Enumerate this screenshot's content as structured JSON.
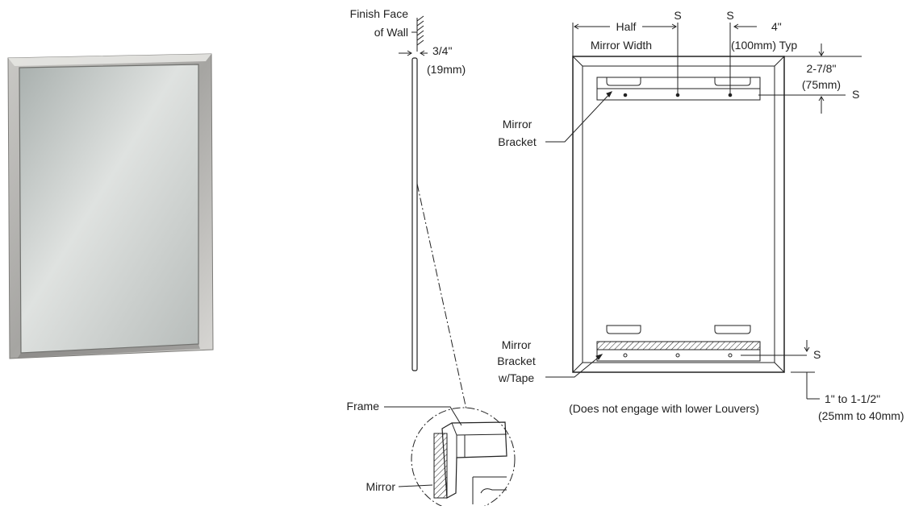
{
  "side_view": {
    "finish_face_label": "Finish Face",
    "of_wall_label": "of Wall",
    "depth_in": "3/4\"",
    "depth_mm": "(19mm)"
  },
  "detail": {
    "frame_label": "Frame",
    "mirror_label": "Mirror"
  },
  "front_view": {
    "half_label": "Half",
    "mirror_width_label": "Mirror Width",
    "s_label": "S",
    "offset_in": "4\"",
    "offset_mm_typ": "(100mm) Typ",
    "top_in": "2-7/8\"",
    "top_mm": "(75mm)",
    "bracket_line1": "Mirror",
    "bracket_line2": "Bracket",
    "lower_bracket_line1": "Mirror",
    "lower_bracket_line2": "Bracket",
    "lower_bracket_line3": "w/Tape",
    "note": "(Does not engage with lower Louvers)",
    "gap_in": "1\" to 1-1/2\"",
    "gap_mm": "(25mm to 40mm)"
  },
  "colors": {
    "line": "#222222",
    "steel_light": "#d3d3d1",
    "steel_dark": "#8c8b88",
    "glass": "#c9cdcb"
  }
}
